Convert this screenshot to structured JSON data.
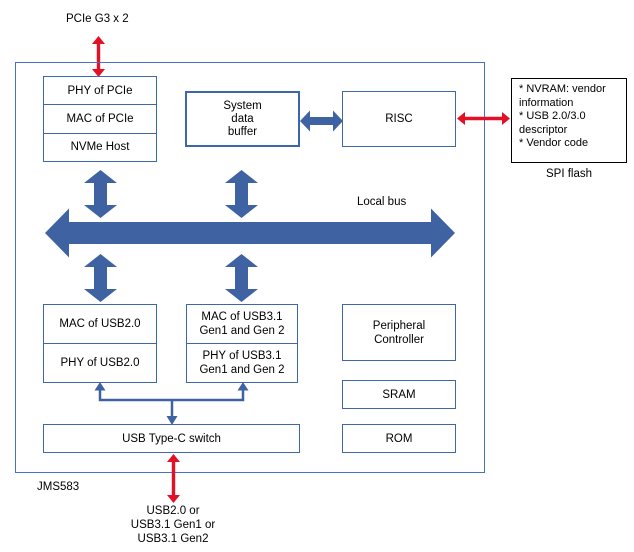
{
  "colors": {
    "box_border_blue": "#3c67ac",
    "outer_border_blue": "#4472c4",
    "arrow_blue": "#3f62a3",
    "arrow_red": "#e21126",
    "spi_border": "#000000",
    "text": "#000000"
  },
  "labels": {
    "pcie_port": "PCIe G3 x 2",
    "local_bus": "Local bus",
    "chip_name": "JMS583",
    "spi_flash_caption": "SPI flash"
  },
  "blocks": {
    "phy_pcie": "PHY of PCIe",
    "mac_pcie": "MAC of PCIe",
    "nvme_host": "NVMe Host",
    "system_data_buffer": "System\ndata\nbuffer",
    "risc": "RISC",
    "mac_usb2": "MAC of USB2.0",
    "phy_usb2": "PHY of USB2.0",
    "mac_usb31": "MAC of USB3.1\nGen1 and Gen 2",
    "phy_usb31": "PHY of USB3.1\nGen1 and Gen 2",
    "peripheral_controller": "Peripheral\nController",
    "sram": "SRAM",
    "rom": "ROM",
    "usb_typec_switch": "USB Type-C switch"
  },
  "spi_flash_notes": [
    "* NVRAM: vendor information",
    "* USB 2.0/3.0 descriptor",
    "* Vendor code"
  ],
  "usb_port_lines": [
    "USB2.0 or",
    "USB3.1 Gen1 or",
    "USB3.1 Gen2"
  ]
}
